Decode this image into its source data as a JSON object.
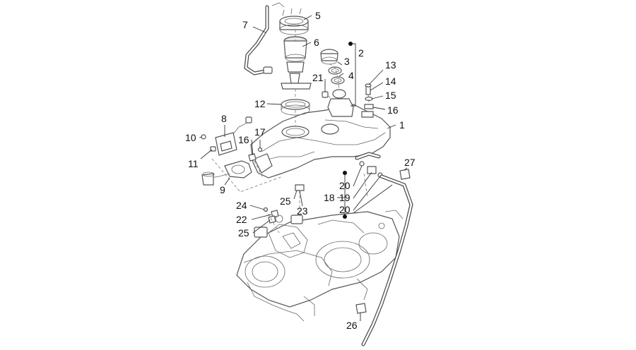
{
  "callouts": [
    {
      "label": "1"
    },
    {
      "label": "2"
    },
    {
      "label": "3"
    },
    {
      "label": "4"
    },
    {
      "label": "5"
    },
    {
      "label": "6"
    },
    {
      "label": "7"
    },
    {
      "label": "8"
    },
    {
      "label": "9"
    },
    {
      "label": "10"
    },
    {
      "label": "11"
    },
    {
      "label": "12"
    },
    {
      "label": "13"
    },
    {
      "label": "14"
    },
    {
      "label": "15"
    },
    {
      "label": "16"
    },
    {
      "label": "16"
    },
    {
      "label": "17"
    },
    {
      "label": "18"
    },
    {
      "label": "19"
    },
    {
      "label": "20"
    },
    {
      "label": "20"
    },
    {
      "label": "21"
    },
    {
      "label": "22"
    },
    {
      "label": "23"
    },
    {
      "label": "24"
    },
    {
      "label": "25"
    },
    {
      "label": "25"
    },
    {
      "label": "26"
    },
    {
      "label": "27"
    }
  ]
}
